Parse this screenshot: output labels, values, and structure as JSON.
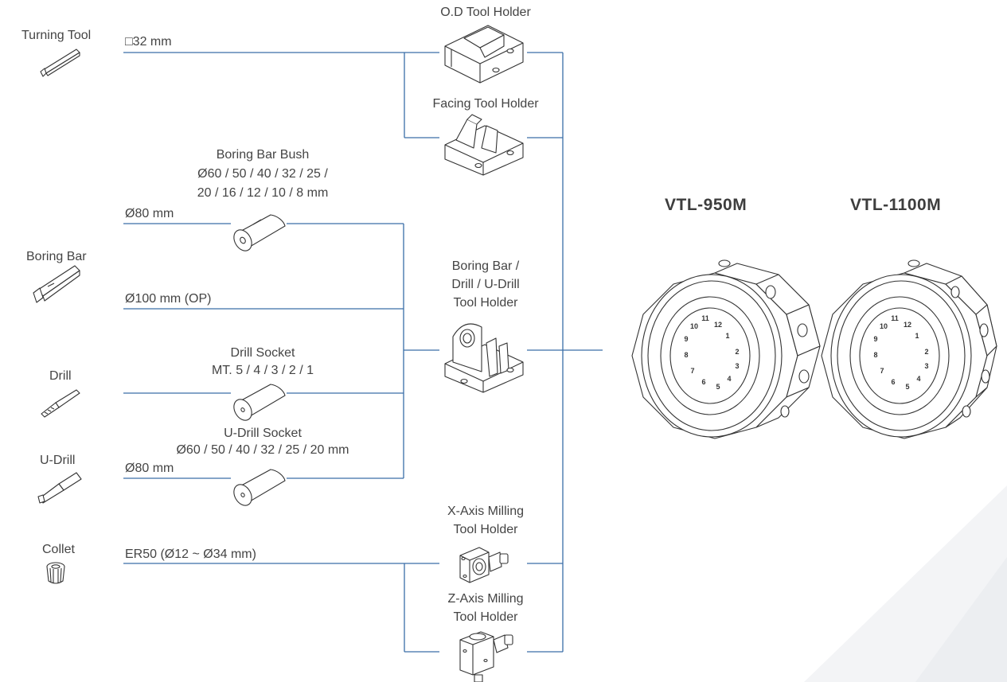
{
  "tools": {
    "turning": "Turning Tool",
    "boring": "Boring Bar",
    "drill": "Drill",
    "udrill": "U-Drill",
    "collet": "Collet"
  },
  "specs": {
    "square32": "□32 mm",
    "dia80_a": "Ø80 mm",
    "dia100": "Ø100 mm (OP)",
    "dia80_b": "Ø80 mm",
    "er50": "ER50 (Ø12 ~ Ø34 mm)"
  },
  "bush": {
    "title": "Boring Bar Bush",
    "line1": "Ø60 / 50 / 40 / 32 / 25 /",
    "line2": "20 / 16 / 12 / 10 / 8 mm"
  },
  "drill_socket": {
    "title": "Drill Socket",
    "sizes": "MT. 5 / 4 / 3 / 2 / 1"
  },
  "udrill_socket": {
    "title": "U-Drill Socket",
    "sizes": "Ø60 / 50 / 40 / 32 / 25 / 20 mm"
  },
  "holders": {
    "od": "O.D Tool Holder",
    "facing": "Facing Tool Holder",
    "boring_l1": "Boring Bar /",
    "boring_l2": "Drill / U-Drill",
    "boring_l3": "Tool Holder",
    "xmill_l1": "X-Axis Milling",
    "xmill_l2": "Tool Holder",
    "zmill_l1": "Z-Axis Milling",
    "zmill_l2": "Tool Holder"
  },
  "machines": {
    "m1": "VTL-950M",
    "m2": "VTL-1100M"
  },
  "turret_numbers": [
    "1",
    "2",
    "3",
    "4",
    "5",
    "6",
    "7",
    "8",
    "9",
    "10",
    "11",
    "12"
  ],
  "colors": {
    "line": "#3a6ea8",
    "drawing": "#333333",
    "bg_accent": "#f4f5f7"
  }
}
